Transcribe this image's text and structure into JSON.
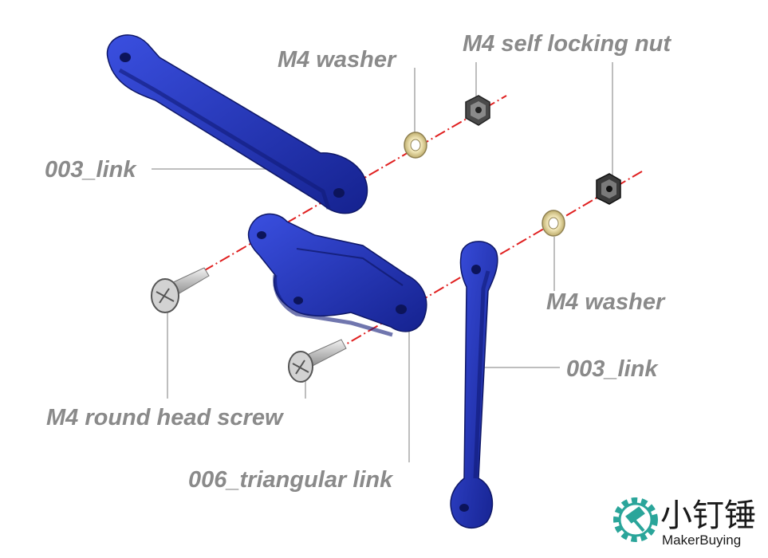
{
  "labels": {
    "washer_top": "M4 washer",
    "nut_top": "M4 self locking nut",
    "link_left": "003_link",
    "washer_right": "M4 washer",
    "link_right": "003_link",
    "screw": "M4 round head screw",
    "triangular": "006_triangular link"
  },
  "brand": {
    "name_cn": "小钉锤",
    "name_en": "MakerBuying"
  },
  "colors": {
    "part_blue": "#1f2fb0",
    "part_blue_dark": "#101a78",
    "part_blue_light": "#3347d8",
    "axis_red": "#e02020",
    "leader_gray": "#a8a8a8",
    "label_gray": "#8a8a8a",
    "washer_tan": "#d8cc96",
    "nut_gray": "#555555",
    "screw_silver": "#c8c8c8",
    "brand_teal": "#2aa59a"
  }
}
